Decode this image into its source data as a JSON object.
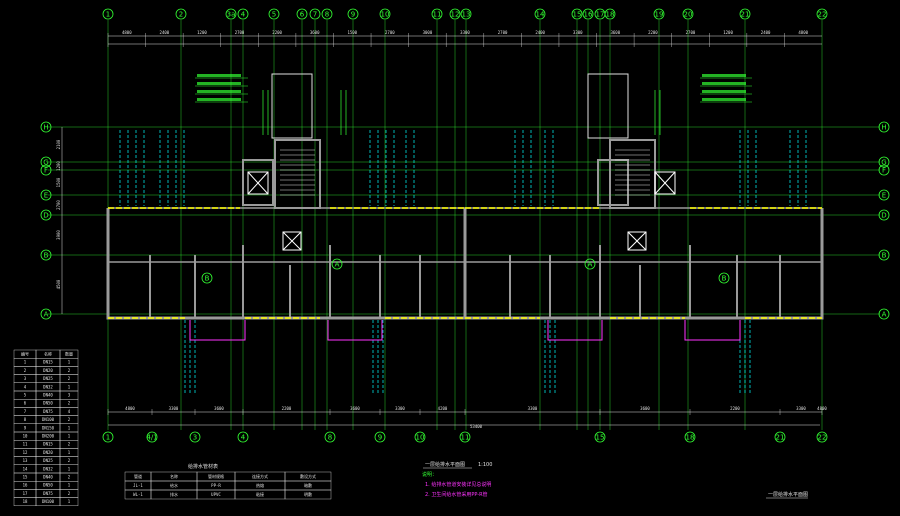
{
  "drawing": {
    "plan_title": "一层给排水平面图",
    "plan_scale": "1:100",
    "plan_title_right": "一层给排水平面图",
    "table_title": "给排水管材表",
    "notes": [
      "说明：",
      "1. 给排水管道安装详见总说明",
      "2. 卫生间给水管采用PP-R管"
    ]
  },
  "axes": {
    "top": [
      "1",
      "2",
      "3a",
      "4",
      "5",
      "6",
      "7",
      "8",
      "9",
      "10",
      "11",
      "12",
      "13",
      "14",
      "15",
      "16",
      "17",
      "18",
      "19",
      "20",
      "21",
      "22"
    ],
    "bottom": [
      "1",
      "4/1",
      "3",
      "4",
      "8",
      "9",
      "10",
      "11",
      "15",
      "18",
      "21",
      "22"
    ],
    "left": [
      "H",
      "G",
      "F",
      "E",
      "D",
      "B",
      "A"
    ],
    "right": [
      "H",
      "G",
      "F",
      "E",
      "D",
      "B",
      "A"
    ],
    "zone_circles": [
      "B",
      "A",
      "A",
      "B"
    ]
  },
  "dimensions": {
    "top_row": [
      "4800",
      "2400",
      "1200",
      "2700",
      "2200",
      "3600",
      "1500",
      "2700",
      "3000",
      "3300",
      "2700",
      "2400",
      "3300",
      "3600",
      "2200",
      "2700",
      "1200",
      "2400",
      "4800"
    ],
    "bottom_row": [
      "4800",
      "3300",
      "3600",
      "2200",
      "3600",
      "3300",
      "4200",
      "3300",
      "3600",
      "2200",
      "3300",
      "4800"
    ],
    "overall": "53400",
    "left_side": [
      "2100",
      "1200",
      "1500",
      "2700",
      "3900",
      "4500"
    ]
  },
  "fixture_table": {
    "headers": [
      "编号",
      "名称",
      "数量"
    ],
    "rows": [
      [
        "1",
        "DN15",
        "1"
      ],
      [
        "2",
        "DN20",
        "2"
      ],
      [
        "3",
        "DN25",
        "2"
      ],
      [
        "4",
        "DN32",
        "1"
      ],
      [
        "5",
        "DN40",
        "3"
      ],
      [
        "6",
        "DN50",
        "2"
      ],
      [
        "7",
        "DN75",
        "4"
      ],
      [
        "8",
        "DN100",
        "2"
      ],
      [
        "9",
        "DN150",
        "1"
      ],
      [
        "10",
        "DN200",
        "1"
      ],
      [
        "11",
        "DN15",
        "2"
      ],
      [
        "12",
        "DN20",
        "1"
      ],
      [
        "13",
        "DN25",
        "2"
      ],
      [
        "14",
        "DN32",
        "1"
      ],
      [
        "15",
        "DN40",
        "2"
      ],
      [
        "16",
        "DN50",
        "1"
      ],
      [
        "17",
        "DN75",
        "2"
      ],
      [
        "18",
        "DN100",
        "1"
      ]
    ]
  },
  "material_table": {
    "headers": [
      "管道",
      "名称",
      "管材规格",
      "连接方式",
      "敷设方式"
    ],
    "rows": [
      [
        "JL-1",
        "给水",
        "PP-R",
        "热熔",
        "暗敷"
      ],
      [
        "WL-1",
        "排水",
        "UPVC",
        "粘接",
        "明敷"
      ]
    ]
  },
  "colors": {
    "background": "#000000",
    "axis": "#33ff33",
    "wall": "#9a9a9a",
    "water": "#ffff00",
    "drain": "#00ffff",
    "magenta": "#ff33ff",
    "dimension": "#e0e0e0"
  }
}
